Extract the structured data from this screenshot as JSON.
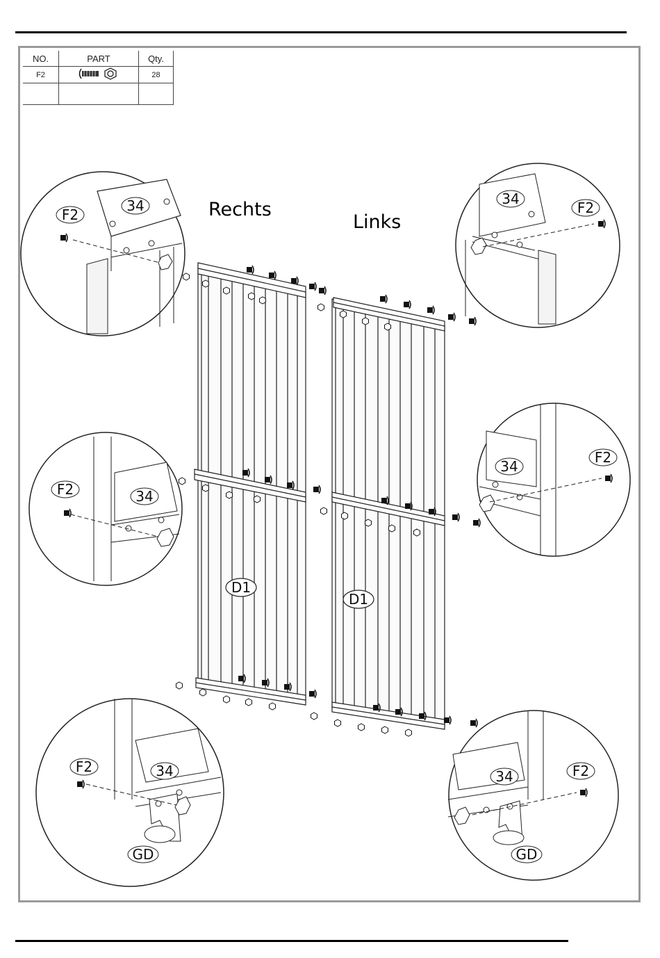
{
  "parts_table": {
    "headers": {
      "no": "NO.",
      "part": "PART",
      "qty": "Qty."
    },
    "rows": [
      {
        "no": "F2",
        "qty": "28",
        "part_icon": "bolt-and-nut-icon"
      }
    ]
  },
  "labels": {
    "right_side": "Rechts",
    "left_side": "Links",
    "panel": "D1",
    "rail": "34",
    "bolt": "F2",
    "foot": "GD"
  }
}
